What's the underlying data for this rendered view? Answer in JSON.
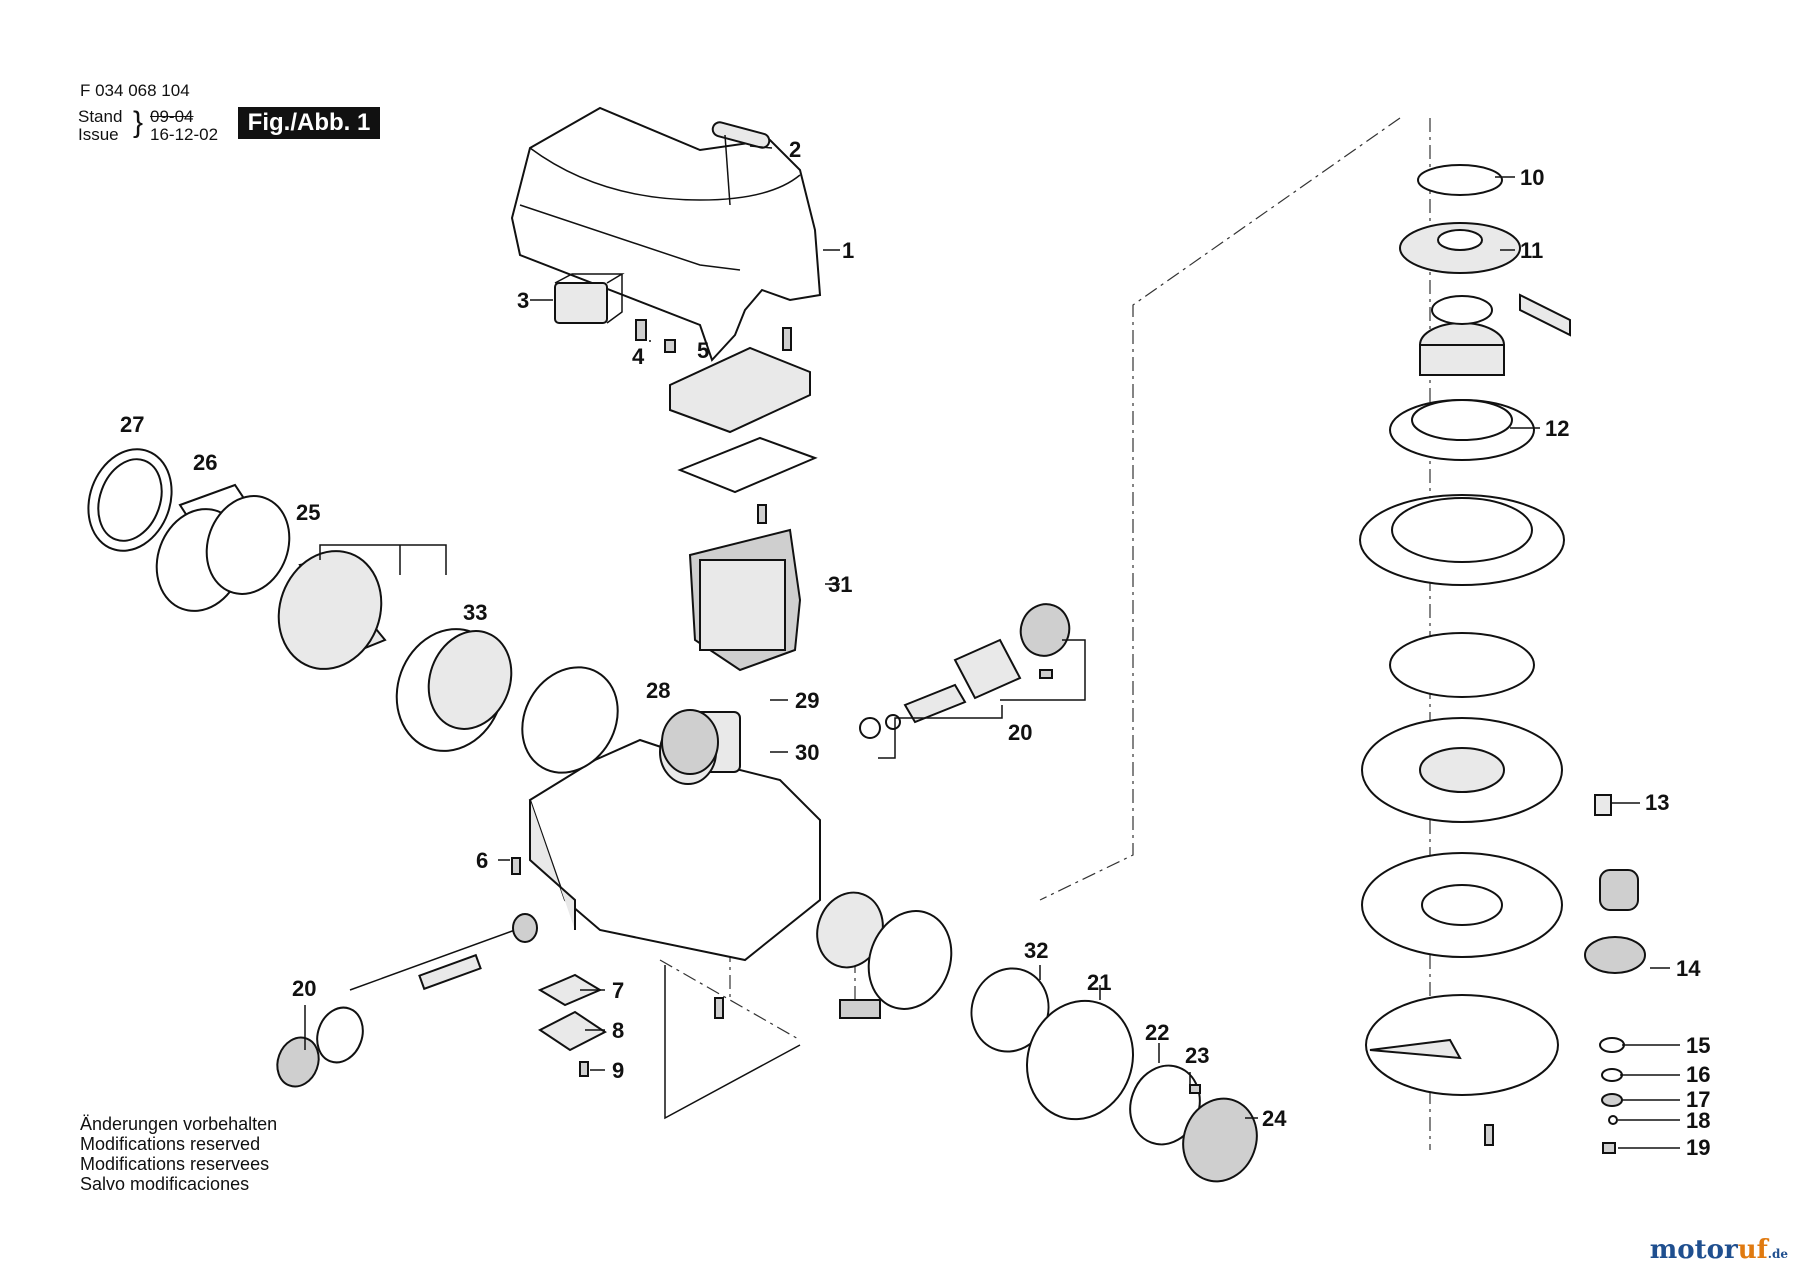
{
  "header": {
    "part_number": "F 034 068 104",
    "stand_label": "Stand",
    "issue_label": "Issue",
    "stand_value": "09-04",
    "issue_value": "16-12-02",
    "figure_label": "Fig./Abb. 1"
  },
  "notes": [
    "Änderungen vorbehalten",
    "Modifications reserved",
    "Modifications reservees",
    "Salvo modificaciones"
  ],
  "brand": {
    "main": "motor",
    "accent": "uf",
    "suffix": ".de"
  },
  "callouts": [
    "1",
    "2",
    "3",
    "4",
    "5",
    "6",
    "7",
    "8",
    "9",
    "10",
    "11",
    "12",
    "13",
    "14",
    "15",
    "16",
    "17",
    "18",
    "19",
    "20",
    "20",
    "21",
    "22",
    "23",
    "24",
    "25",
    "26",
    "27",
    "28",
    "29",
    "30",
    "31",
    "32",
    "33"
  ]
}
